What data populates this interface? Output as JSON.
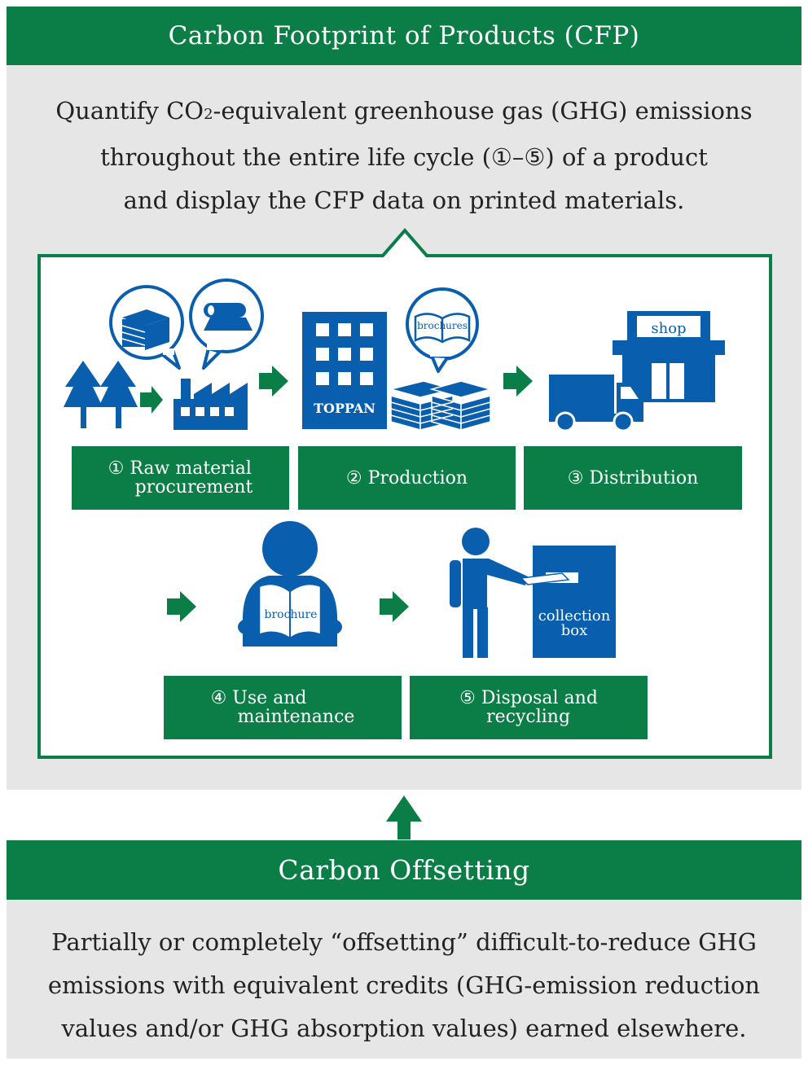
{
  "cfp": {
    "title": "Carbon Footprint of Products (CFP)",
    "desc_line1_pre": "Quantify CO",
    "desc_line1_sub": "2",
    "desc_line1_post": "-equivalent greenhouse gas (GHG) emissions",
    "desc_line2": "throughout the entire life cycle (①–⑤) of a product",
    "desc_line3": "and display the CFP data on printed materials."
  },
  "steps": [
    {
      "line1": "① Raw material",
      "line2": "procurement"
    },
    {
      "line1": "② Production",
      "line2": ""
    },
    {
      "line1": "③ Distribution",
      "line2": ""
    },
    {
      "line1": "④ Use and",
      "line2": "maintenance"
    },
    {
      "line1": "⑤ Disposal and",
      "line2": "recycling"
    }
  ],
  "labels": {
    "toppan": "TOPPAN",
    "brochures": "brochures",
    "shop": "shop",
    "brochure": "brochure",
    "collection_line1": "collection",
    "collection_line2": "box"
  },
  "offset": {
    "title": "Carbon Offsetting",
    "desc_line1": "Partially or completely “offsetting” difficult-to-reduce GHG",
    "desc_line2": "emissions with equivalent credits (GHG-emission reduction",
    "desc_line3": "values and/or GHG absorption values) earned elsewhere."
  },
  "colors": {
    "green": "#0b7d47",
    "blue": "#0a5eae",
    "panel": "#e6e6e7"
  }
}
